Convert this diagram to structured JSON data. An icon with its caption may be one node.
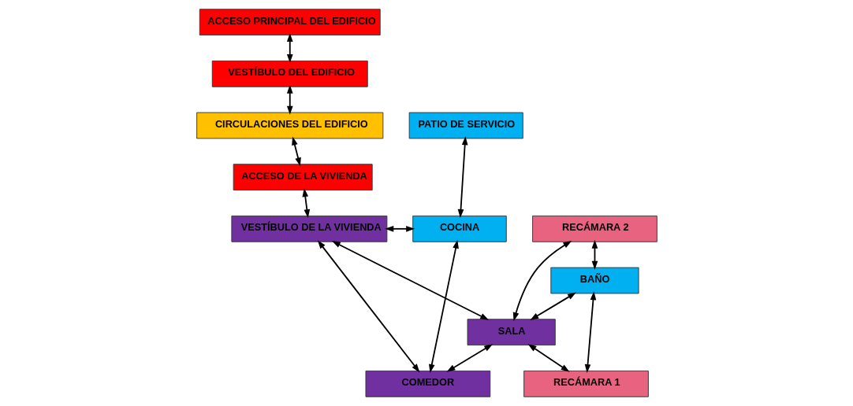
{
  "diagram": {
    "nodes": [
      {
        "text": [
          "ACCESO PRINCIPAL DEL EDIFICIO"
        ]
      },
      {
        "text": [
          "VESTÍBULO DEL EDIFICIO"
        ]
      },
      {
        "text": [
          "CIRCULACIONES DEL EDIFICIO"
        ]
      },
      {
        "text": [
          "PATIO DE SERVICIO"
        ]
      },
      {
        "text": [
          "ACCESO DE LA VIVIENDA"
        ]
      },
      {
        "text": [
          "RECÁMARA 2"
        ]
      },
      {
        "text": [
          "VESTÍBULO DE LA VIVIENDA"
        ]
      },
      {
        "text": [
          "COCINA"
        ]
      },
      {
        "text": [
          "BAÑO"
        ]
      },
      {
        "text": [
          "SALA"
        ]
      },
      {
        "text": [
          "RECÁMARA 1"
        ]
      },
      {
        "text": [
          "COMEDOR"
        ]
      }
    ],
    "edges": [
      {
        "from": 0,
        "to": 1,
        "arrow": "both"
      },
      {
        "from": 1,
        "to": 2,
        "arrow": "both"
      },
      {
        "from": 2,
        "to": 4,
        "arrow": "both"
      },
      {
        "from": 4,
        "to": 6,
        "arrow": "both"
      },
      {
        "from": 6,
        "to": 7,
        "arrow": "both"
      },
      {
        "from": 3,
        "to": 7,
        "arrow": "both"
      },
      {
        "from": 6,
        "to": 11,
        "arrow": "both"
      },
      {
        "from": 11,
        "to": 7,
        "arrow": "both"
      },
      {
        "from": 9,
        "to": 11,
        "arrow": "both"
      },
      {
        "from": 9,
        "to": 6,
        "arrow": "both"
      },
      {
        "from": 5,
        "to": 9,
        "arrow": "both"
      },
      {
        "from": 5,
        "to": 8,
        "arrow": "both"
      },
      {
        "from": 8,
        "to": 10,
        "arrow": "both"
      },
      {
        "from": 8,
        "to": 9,
        "arrow": "both"
      },
      {
        "from": 10,
        "to": 9,
        "arrow": "both"
      }
    ]
  }
}
